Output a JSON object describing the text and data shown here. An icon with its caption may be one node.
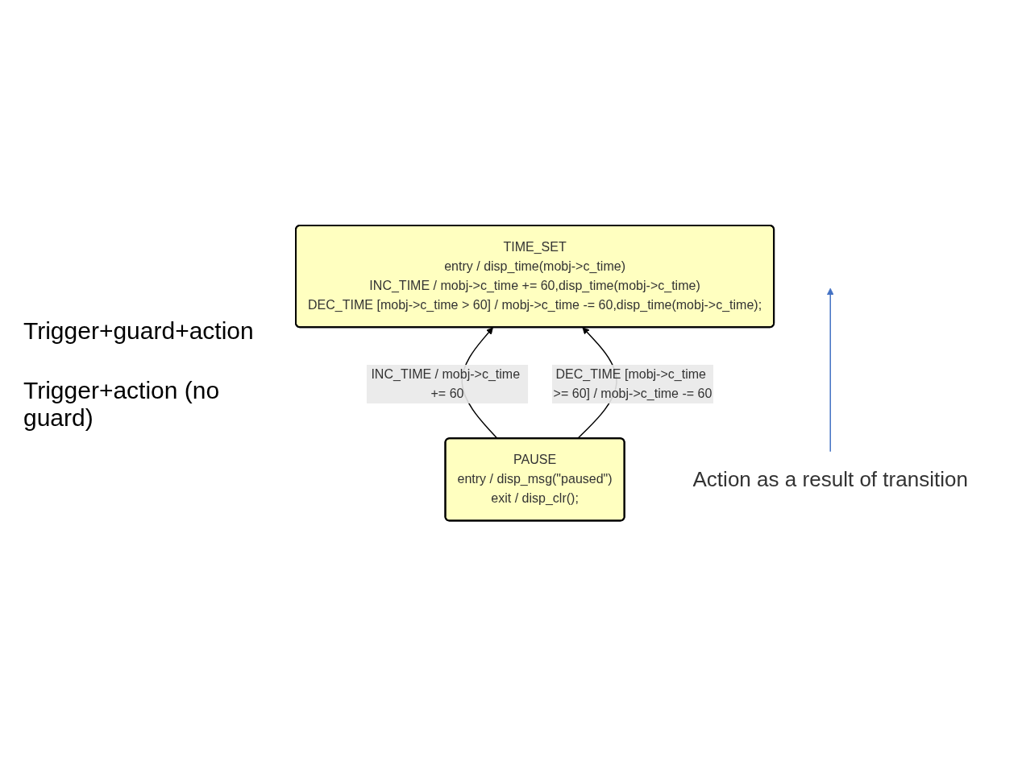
{
  "diagram": {
    "nodes": [
      {
        "text": [
          "TIME_SET",
          "entry / disp_time(mobj->c_time)",
          "INC_TIME / mobj->c_time += 60,disp_time(mobj->c_time)",
          "DEC_TIME [mobj->c_time > 60] / mobj->c_time -= 60,disp_time(mobj->c_time);"
        ]
      },
      {
        "text": [
          "PAUSE",
          "entry / disp_msg(\"paused\")",
          "exit / disp_clr();"
        ]
      },
      {
        "text": [
          "Action as a result of transition"
        ]
      }
    ],
    "edges": [
      {
        "from": 1,
        "to": 0,
        "arrow": "to",
        "label": "INC_TIME / mobj->c_time += 60"
      },
      {
        "from": 1,
        "to": 0,
        "arrow": "to",
        "label": "DEC_TIME [mobj->c_time >= 60] / mobj->c_time -= 60"
      },
      {
        "from": 2,
        "to": null,
        "arrow": "to",
        "color": "#4472c4"
      }
    ],
    "labels": [
      "Trigger+guard+action",
      "Trigger+action (no guard)"
    ]
  }
}
